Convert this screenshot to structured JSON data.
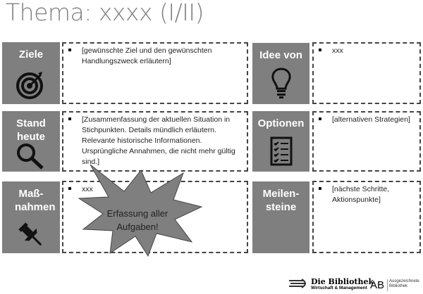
{
  "title": "Thema: xxxx (I/II)",
  "sections": [
    {
      "label": "Ziele",
      "icon": "target-icon",
      "bullets": [
        "[gewünschte Ziel und den gewünschten Handlungszweck erläutern]"
      ]
    },
    {
      "label": "Idee von",
      "icon": "lightbulb-icon",
      "bullets": [
        "xxx"
      ]
    },
    {
      "label": "Stand heute",
      "icon": "magnifier-icon",
      "bullets": [
        "[Zusammenfassung der aktuellen Situation in Stichpunkten. Details mündlich erläutern. Relevante historische Informationen. Ursprüngliche Annahmen, die nicht mehr gültig sind.]"
      ]
    },
    {
      "label": "Optionen",
      "icon": "checklist-icon",
      "bullets": [
        "[alternativen Strategien]"
      ]
    },
    {
      "label": "Maß-nahmen",
      "icon": "pushpin-icon",
      "bullets": [
        "xxx"
      ]
    },
    {
      "label": "Meilen-steine",
      "icon": "none",
      "bullets": [
        "[nächste Schritte, Aktionspunkte]"
      ]
    }
  ],
  "callout": "Erfassung aller Aufgaben!",
  "footer": {
    "logo1_title": "Die Bibliothek",
    "logo1_sub": "Wirtschaft & Management",
    "logo2_mark": "AB",
    "logo2_text": "Ausgezeichnete Bibliothek"
  }
}
